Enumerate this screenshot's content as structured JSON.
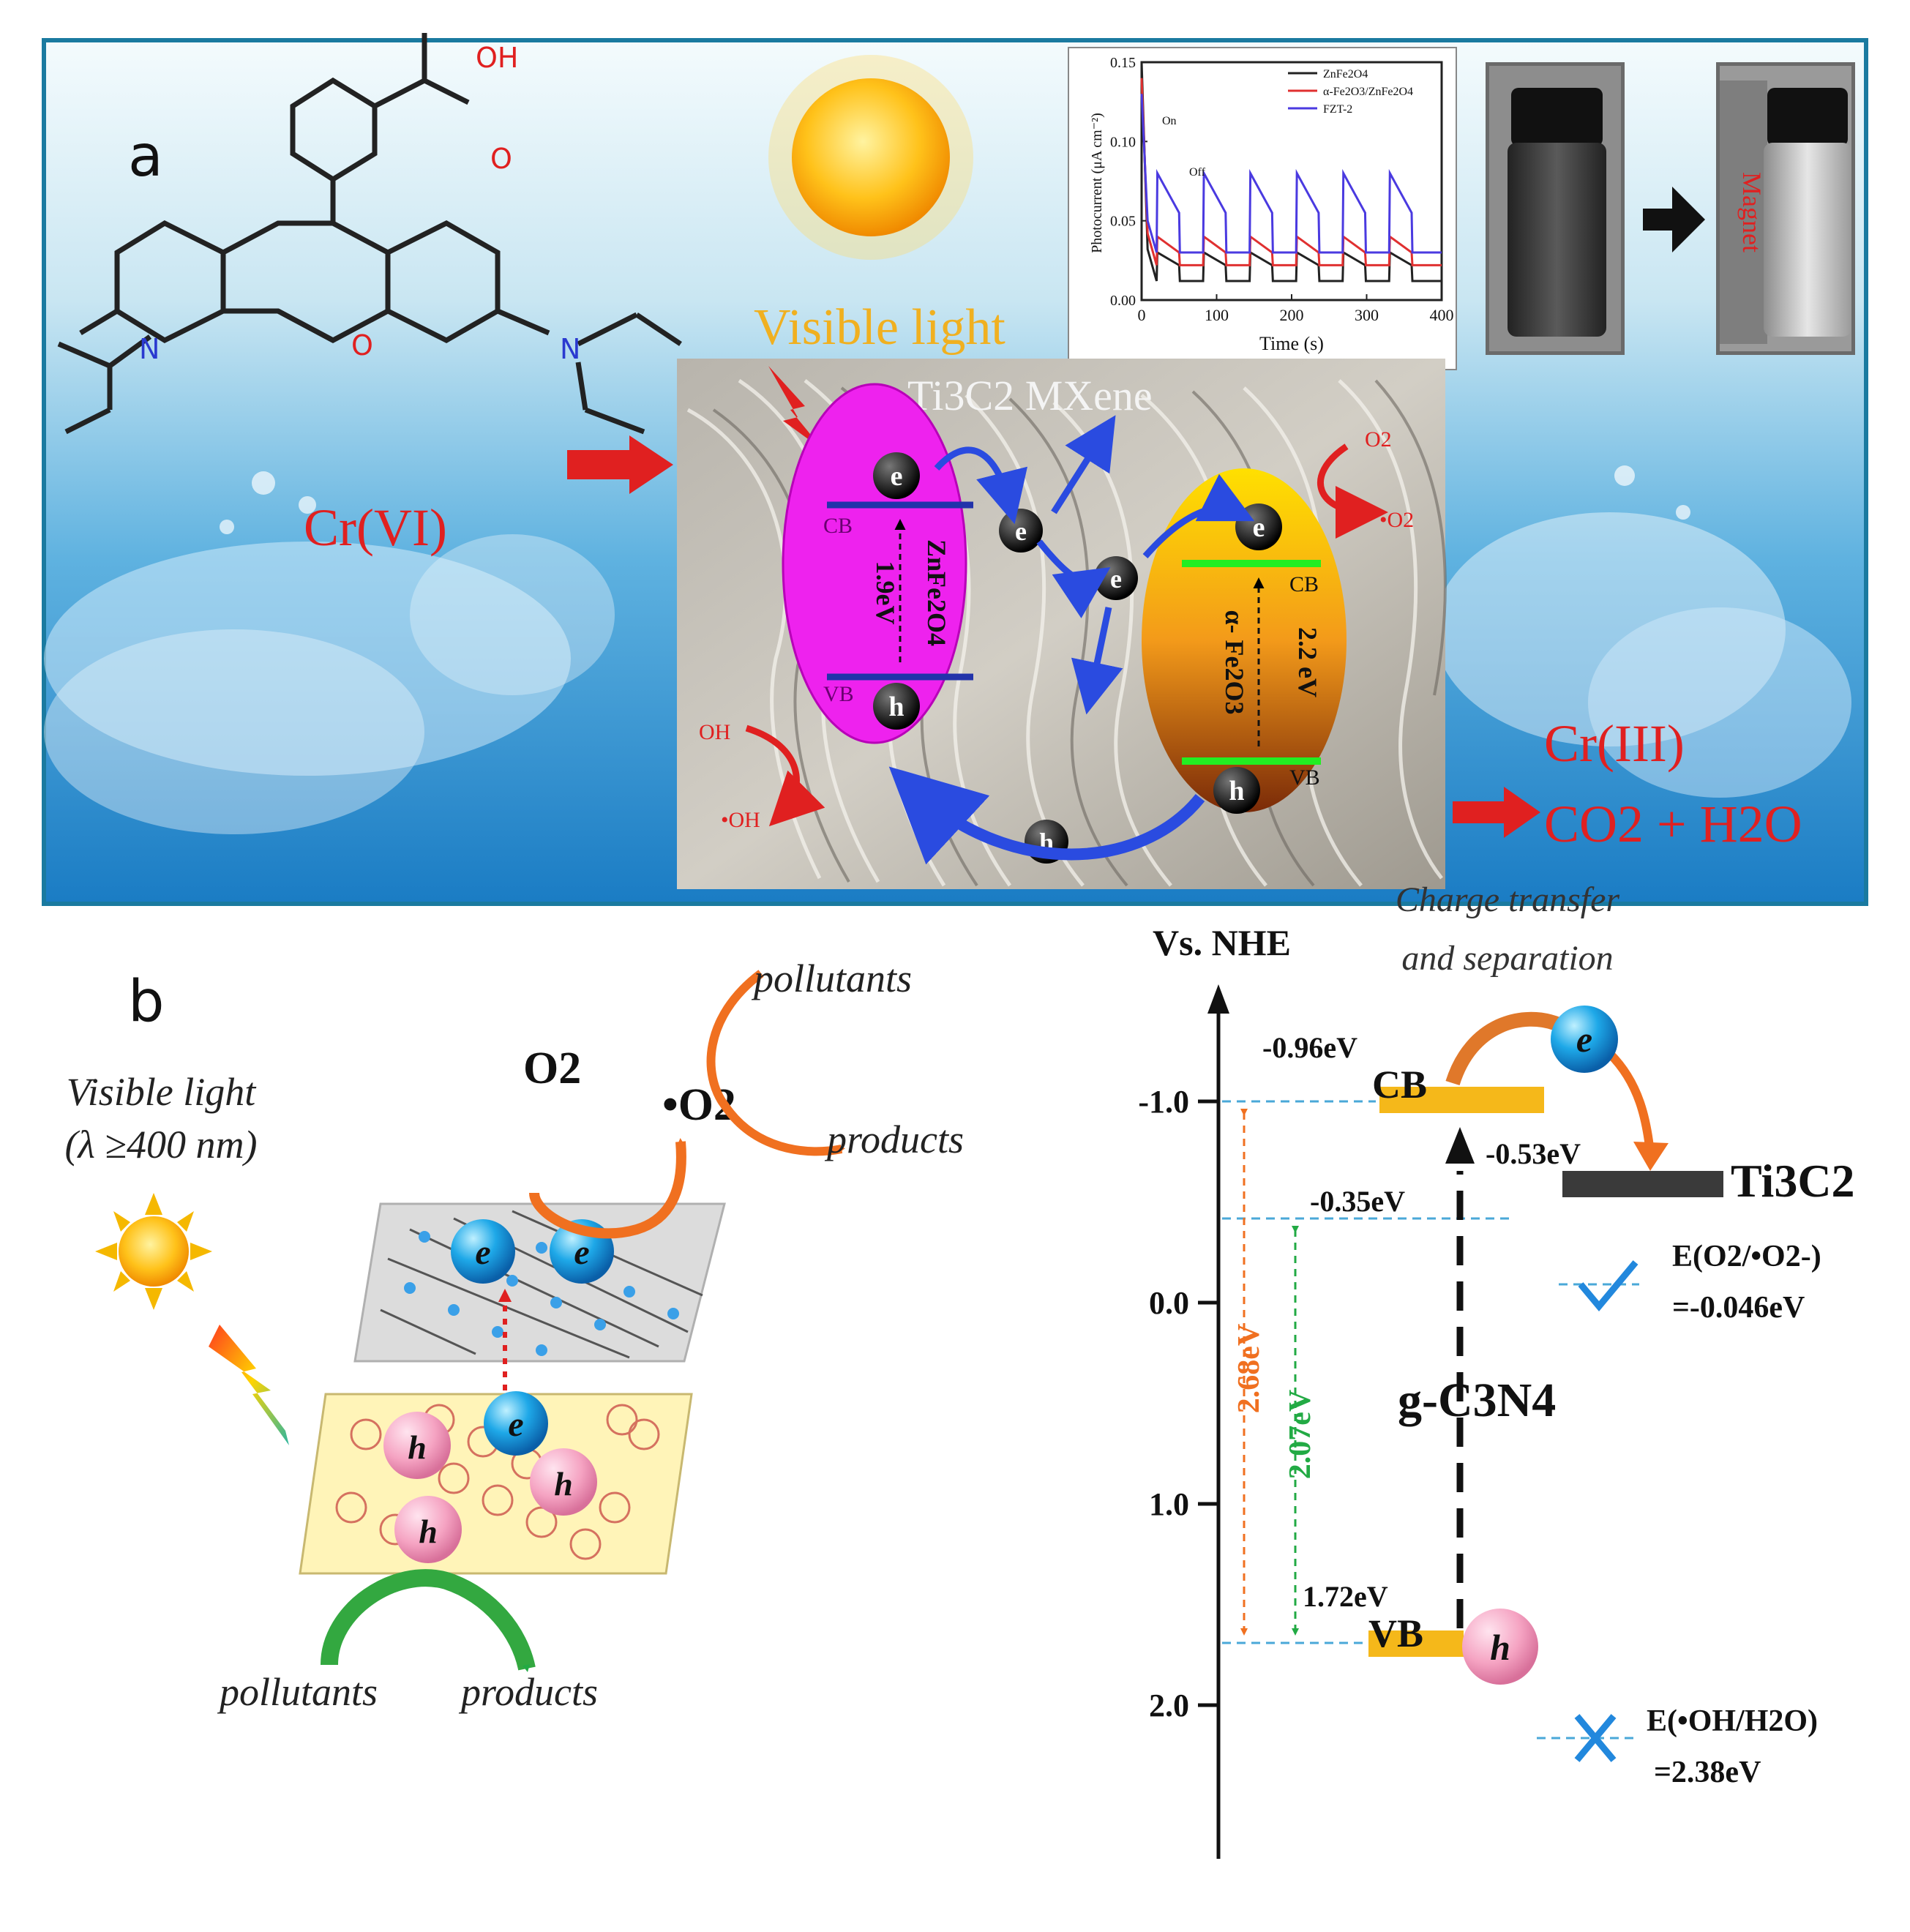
{
  "panel_a": {
    "label": "a",
    "visible_light": "Visible light",
    "mxene_label": "Ti3C2 MXene",
    "cr6": "Cr(VI)",
    "cr3": "Cr(III)",
    "co2h2o": "CO2 + H2O",
    "magnet": "Magnet",
    "oh_group": "OH",
    "carbonyl_o": "O",
    "ring_o": "O",
    "amine_n": "N",
    "iminium_n": "N",
    "electron": "e",
    "hole": "h",
    "zn_ellipse": {
      "cb": "CB",
      "vb": "VB",
      "material": "ZnFe2O4",
      "gap": "1.9eV"
    },
    "fe_ellipse": {
      "cb": "CB",
      "vb": "VB",
      "material": "α- Fe2O3",
      "gap": "2.2 eV"
    },
    "o2": "O2",
    "o2_radical": "•O2",
    "oh_minus": "OH",
    "oh_radical": "•OH",
    "inset_chart": {
      "y_ticks": [
        "0.00",
        "0.05",
        "0.10",
        "0.15"
      ],
      "x_ticks": [
        "0",
        "100",
        "200",
        "300",
        "400"
      ],
      "xlabel": "Time (s)",
      "ylabel": "Photocurrent (μA cm⁻²)",
      "on_label": "On",
      "off_label": "Off",
      "legend": [
        "ZnFe2O4",
        "α-Fe2O3/ZnFe2O4",
        "FZT-2"
      ],
      "colors": [
        "#222222",
        "#e03030",
        "#4a3ae0"
      ]
    }
  },
  "panel_b_left": {
    "label": "b",
    "light_line1": "Visible light",
    "light_line2": "(λ ≥400 nm)",
    "o2": "O2",
    "o2_radical": "•O2",
    "pollutants_top": "pollutants",
    "products_top": "products",
    "pollutants_bottom": "pollutants",
    "products_bottom": "products",
    "electron": "e",
    "hole": "h"
  },
  "panel_b_right": {
    "axis_title": "Vs. NHE",
    "header_line1": "Charge transfer",
    "header_line2": "and separation",
    "y_ticks": [
      "-1.0",
      "0.0",
      "1.0",
      "2.0"
    ],
    "cb_label": "CB",
    "vb_label": "VB",
    "cb_value": "-0.96eV",
    "ti3c2_value": "-0.53eV",
    "ti3c2_label": "Ti3C2",
    "level2_value": "-0.35eV",
    "vb_value": "1.72eV",
    "gap_orange": "2.68eV",
    "gap_green": "2.07eV",
    "material": "g-C3N4",
    "o2_potential_line1": "E(O2/•O2-)",
    "o2_potential_line2": "=-0.046eV",
    "oh_potential_line1": "E(•OH/H2O)",
    "oh_potential_line2": "=2.38eV",
    "electron": "e",
    "hole": "h"
  }
}
